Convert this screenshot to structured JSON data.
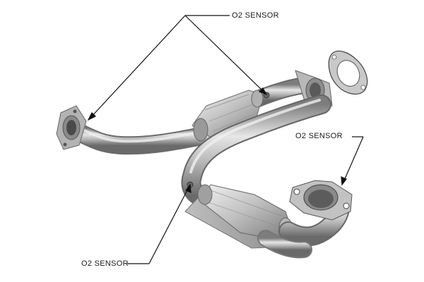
{
  "labels": {
    "sensor_top": "O2 SENSOR",
    "sensor_right": "O2 SENSOR",
    "sensor_bottom": "O2 SENSOR"
  },
  "colors": {
    "background": "#ffffff",
    "metal_light": "#d9d9d9",
    "metal_mid": "#a7a7a7",
    "metal_dark": "#6b6b6b",
    "leader_line": "#111111"
  }
}
